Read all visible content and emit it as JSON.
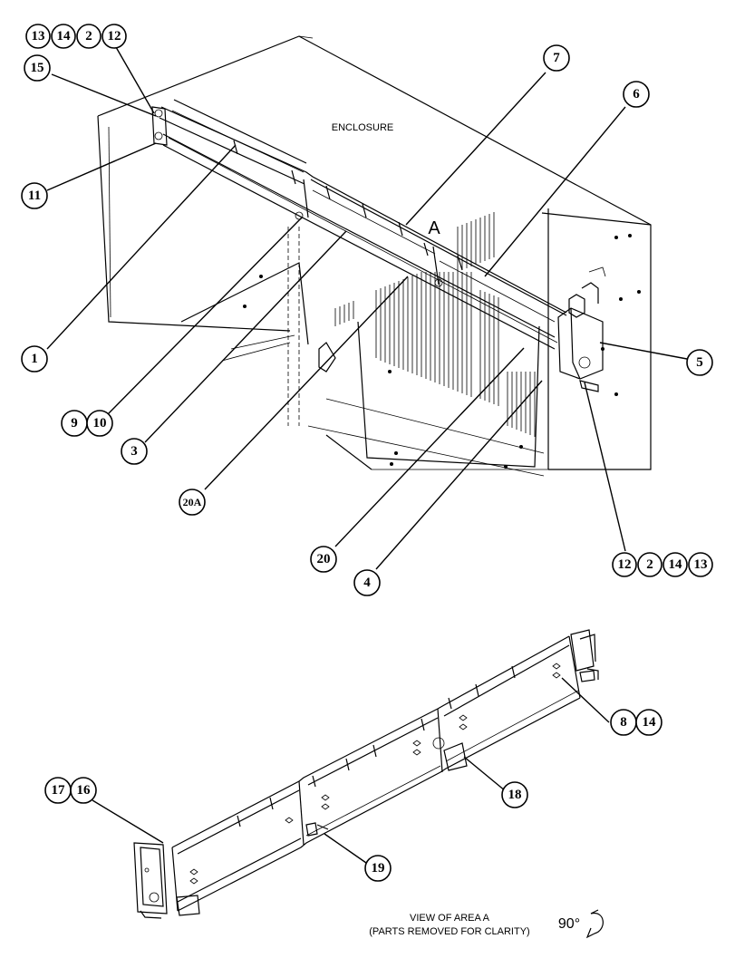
{
  "labels": {
    "enclosure": "ENCLOSURE",
    "area": "A",
    "view_caption_1": "VIEW OF AREA A",
    "view_caption_2": "(PARTS REMOVED FOR CLARITY)",
    "rotation": "90°"
  },
  "balloons": {
    "b13a": "13",
    "b14a": "14",
    "b2a": "2",
    "b12a": "12",
    "b15": "15",
    "b11": "11",
    "b1": "1",
    "b7": "7",
    "b6": "6",
    "b5": "5",
    "b9": "9",
    "b10": "10",
    "b3": "3",
    "b20a": "20A",
    "b20": "20",
    "b4": "4",
    "b12b": "12",
    "b2b": "2",
    "b14b": "14",
    "b13b": "13",
    "b8": "8",
    "b14c": "14",
    "b18": "18",
    "b17": "17",
    "b16": "16",
    "b19": "19"
  }
}
